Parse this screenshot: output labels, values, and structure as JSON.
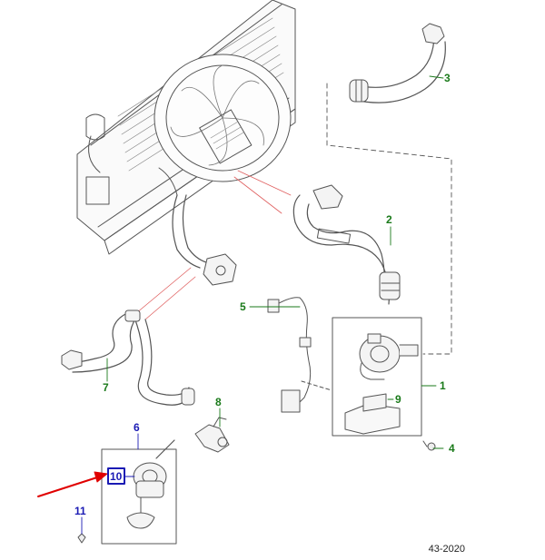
{
  "callouts": {
    "c1": "1",
    "c2": "2",
    "c3": "3",
    "c4": "4",
    "c5": "5",
    "c6": "6",
    "c7": "7",
    "c8": "8",
    "c9": "9",
    "c10": "10",
    "c11": "11"
  },
  "reference_code": "43-2020",
  "colors": {
    "callout_green": "#1a7a1a",
    "callout_blue": "#1a1ab4",
    "pointer_arrow": "#e00000",
    "leader_red": "#e06060",
    "line_art": "#555555"
  }
}
